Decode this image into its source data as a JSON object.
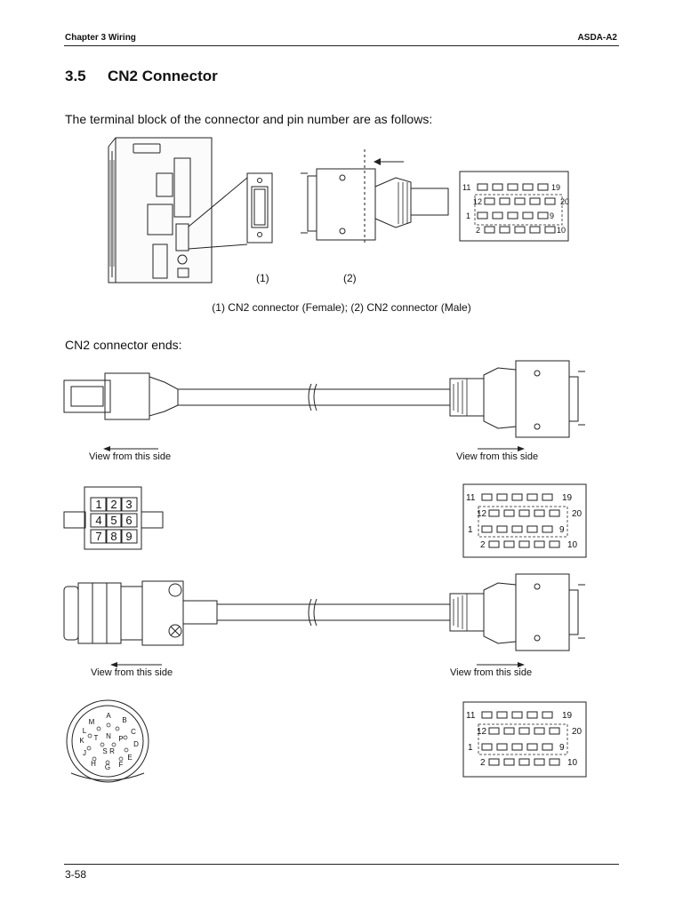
{
  "header": {
    "chapter": "Chapter 3  Wiring",
    "model": "ASDA-A2"
  },
  "section": {
    "number": "3.5",
    "title": "CN2 Connector"
  },
  "intro_text": "The terminal block of the connector and pin number are as follows:",
  "top_figure": {
    "label_1": "(1)",
    "label_2": "(2)",
    "caption": "(1) CN2 connector (Female); (2) CN2 connector (Male)"
  },
  "ends_text": "CN2 connector ends:",
  "pin_numbers": {
    "top_left": "11",
    "top_right": "19",
    "mid_left": "12",
    "mid_right": "20",
    "low_left": "1",
    "low_right": "9",
    "bot_left": "2",
    "bot_right": "10"
  },
  "view_label": "View from this side",
  "plug_a_pins": [
    "1",
    "2",
    "3",
    "4",
    "5",
    "6",
    "7",
    "8",
    "9"
  ],
  "plug_b_pins": [
    "A",
    "B",
    "C",
    "D",
    "E",
    "F",
    "G",
    "H",
    "J",
    "K",
    "L",
    "M",
    "N",
    "P",
    "R",
    "S",
    "T"
  ],
  "footer": {
    "page": "3-58"
  }
}
